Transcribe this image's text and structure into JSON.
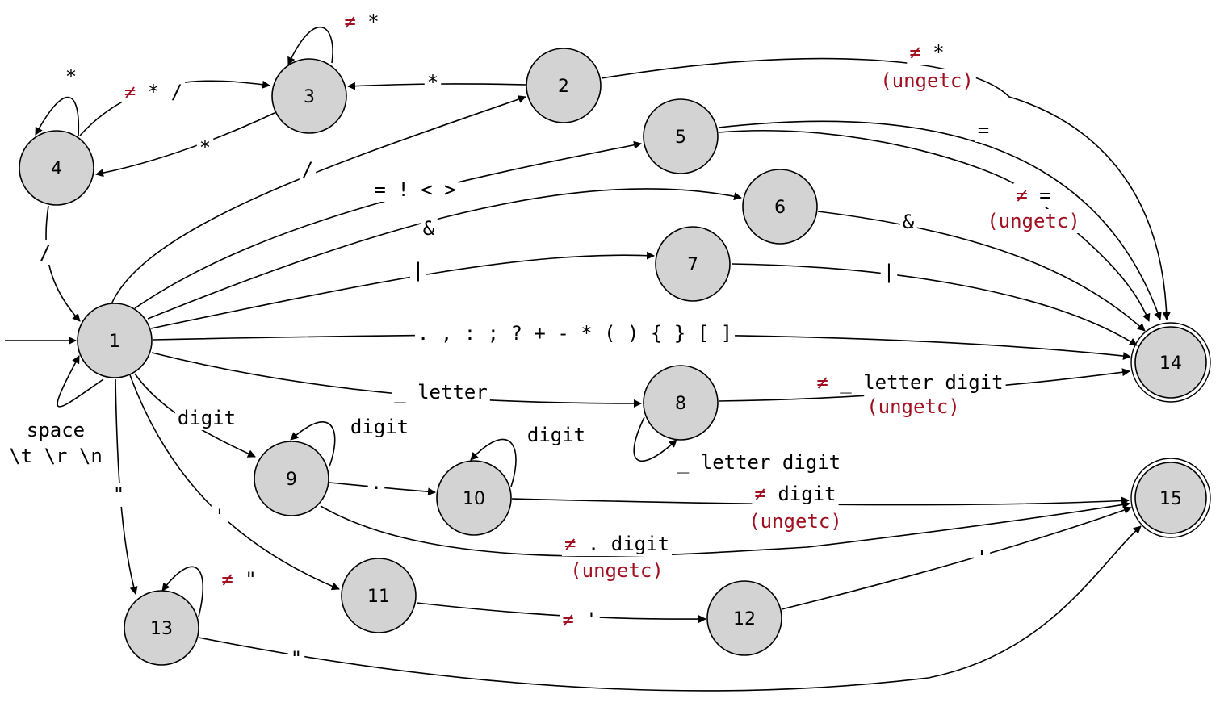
{
  "colors": {
    "node_fill": "#d3d3d3",
    "stroke": "#000000",
    "negation": "#a01020"
  },
  "nodes": [
    {
      "id": "1"
    },
    {
      "id": "2"
    },
    {
      "id": "3"
    },
    {
      "id": "4"
    },
    {
      "id": "5"
    },
    {
      "id": "6"
    },
    {
      "id": "7"
    },
    {
      "id": "8"
    },
    {
      "id": "9"
    },
    {
      "id": "10"
    },
    {
      "id": "11"
    },
    {
      "id": "12"
    },
    {
      "id": "13"
    },
    {
      "id": "14",
      "accepting": true
    },
    {
      "id": "15",
      "accepting": true
    }
  ],
  "labels": {
    "self3": "≠ *",
    "e2_3": "*",
    "e3_4": "*",
    "self4": "*",
    "e4_3": "≠ * /",
    "e4_1": "/",
    "e1_2": "/",
    "e1_5": "= ! < >",
    "e1_6": "&",
    "e1_7": "|",
    "e1_14": ". , : ; ? + - * ( ) { } [ ]",
    "e1_8": "_ letter",
    "e1_9": "digit",
    "self1_a": "space",
    "self1_b": "\\t \\r \\n",
    "e1_13": "\"",
    "e1_11": "'",
    "e2_14_a": "≠ *",
    "e2_14_b": "(ungetc)",
    "e5_14_eq": "=",
    "e5_14_ne_a": "≠ =",
    "e5_14_ne_b": "(ungetc)",
    "e6_14": "&",
    "e7_14": "|",
    "e8_14_a": "≠ _ letter digit",
    "e8_14_b": "(ungetc)",
    "self8": "_ letter digit",
    "self9": "digit",
    "e9_10": ".",
    "self10": "digit",
    "e10_15_a": "≠ digit",
    "e10_15_b": "(ungetc)",
    "e9_15_a": "≠ . digit",
    "e9_15_b": "(ungetc)",
    "e11_12": "≠ '",
    "e12_15": "'",
    "self13": "≠ \"",
    "e13_15": "\""
  }
}
